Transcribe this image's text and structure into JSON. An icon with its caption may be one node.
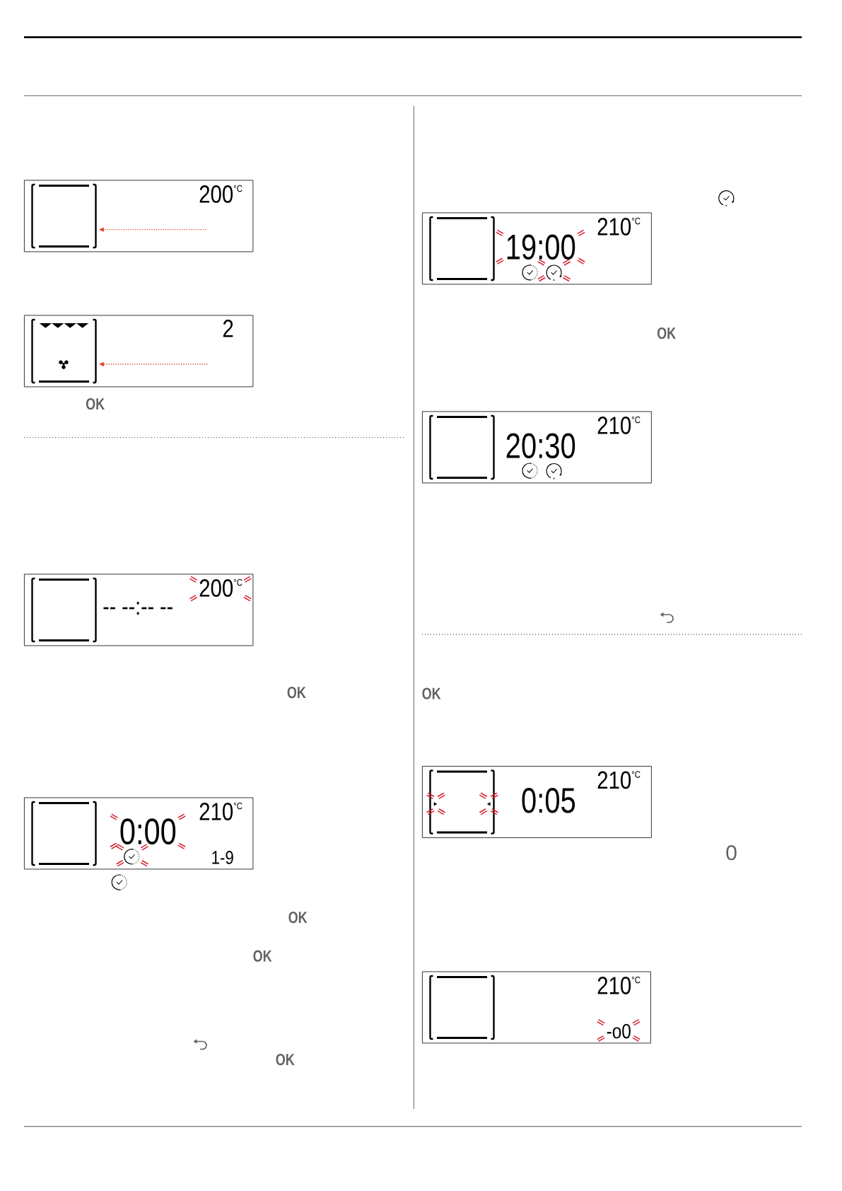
{
  "diagram": {
    "nodes": [
      {
        "text": [
          "200$^{°C}$"
        ]
      },
      {
        "text": [],
        "shape": "box",
        "in": 0
      },
      {
        "text": [
          "2"
        ]
      },
      {
        "text": [],
        "shape": "box",
        "in": 2
      },
      {
        "text": [
          "200$^{°C}$",
          "-- --:-- --"
        ]
      },
      {
        "text": [],
        "shape": "box",
        "in": 4
      },
      {
        "text": [
          "210$^{°C}$",
          "0:00",
          "1-9"
        ]
      },
      {
        "text": [],
        "shape": "box",
        "in": 6
      },
      {
        "text": [
          "210$^{°C}$",
          "19:00"
        ]
      },
      {
        "text": [],
        "shape": "box",
        "in": 8
      },
      {
        "text": [
          "210$^{°C}$",
          "20:30"
        ]
      },
      {
        "text": [],
        "shape": "box",
        "in": 10
      },
      {
        "text": [
          "210$^{°C}$",
          "0:05"
        ]
      },
      {
        "text": [],
        "shape": "box",
        "in": 12
      },
      {
        "text": [
          "210$^{°C}$",
          "-o0"
        ]
      },
      {
        "text": [],
        "shape": "box",
        "in": 14
      }
    ],
    "edges": [
      {
        "from": null,
        "to": 1,
        "arrow": "to",
        "style": "dashed",
        "color": "#e8412c"
      },
      {
        "from": null,
        "to": 3,
        "arrow": "to",
        "style": "dashed",
        "color": "#e8412c"
      }
    ],
    "labels": [
      "OK",
      "OK",
      "OK",
      "OK",
      "OK",
      "OK",
      "OK",
      "0"
    ]
  }
}
